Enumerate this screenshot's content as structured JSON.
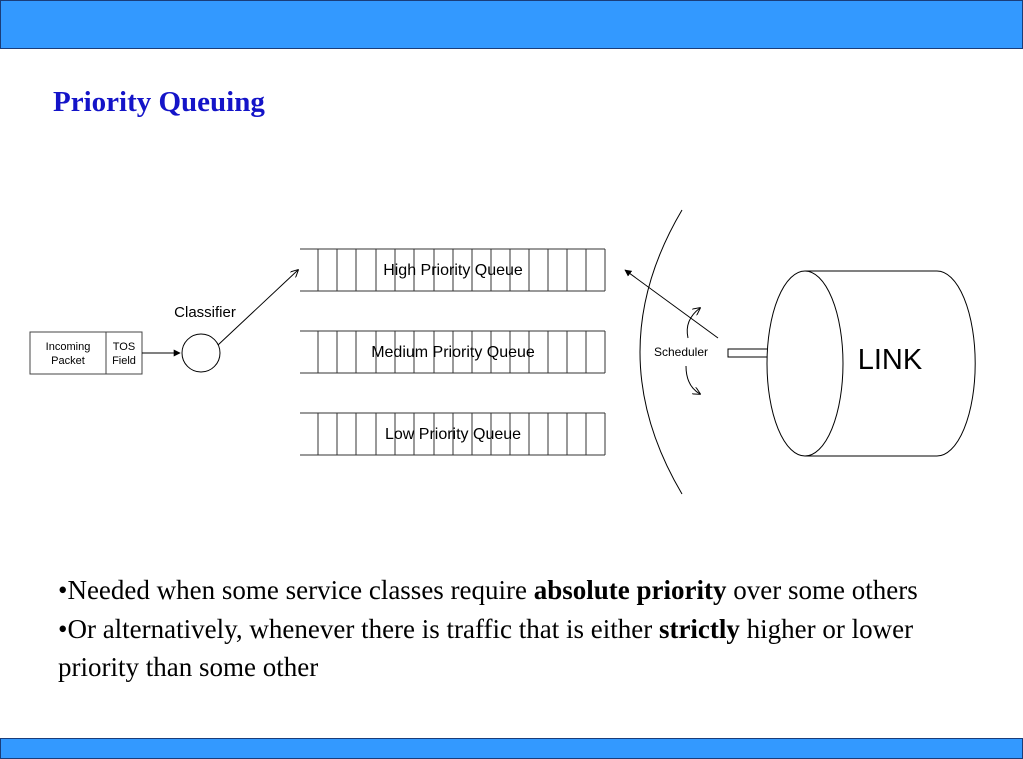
{
  "title": "Priority Queuing",
  "diagram": {
    "incoming_packet": [
      "Incoming",
      "Packet"
    ],
    "tos_field": [
      "TOS",
      "Field"
    ],
    "classifier": "Classifier",
    "queues": [
      "High Priority Queue",
      "Medium Priority Queue",
      "Low Priority Queue"
    ],
    "scheduler": "Scheduler",
    "link": "LINK"
  },
  "bullets": [
    {
      "pre": "•Needed when some service classes require ",
      "bold": "absolute priority",
      "post": " over some others"
    },
    {
      "pre": "•Or alternatively, whenever there is traffic that is either ",
      "bold": "strictly",
      "post": " higher or lower priority than some other"
    }
  ]
}
